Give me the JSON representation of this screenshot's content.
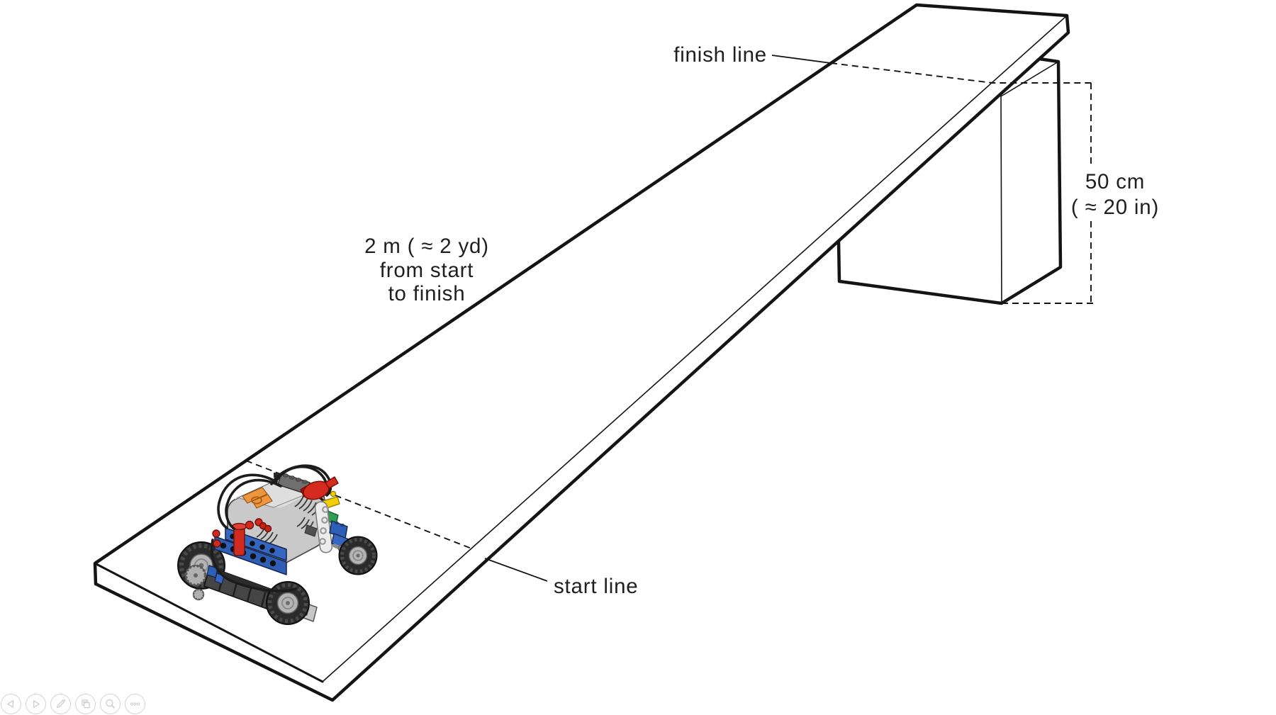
{
  "scene": {
    "finish_label": "finish line",
    "start_label": "start line",
    "length_note": [
      "2 m ( ≈ 2 yd)",
      "from start",
      "to finish"
    ],
    "height_note": [
      "50 cm",
      "( ≈ 20 in)"
    ]
  },
  "toolbar": {
    "buttons": [
      {
        "name": "previous slide",
        "icon": "chevron-left-icon"
      },
      {
        "name": "next slide",
        "icon": "chevron-right-icon"
      },
      {
        "name": "annotate",
        "icon": "pencil-icon"
      },
      {
        "name": "slide overview",
        "icon": "copy-icon"
      },
      {
        "name": "zoom",
        "icon": "magnifier-icon"
      },
      {
        "name": "more options",
        "icon": "ellipsis-icon"
      }
    ]
  },
  "colors": {
    "ink": "#141414",
    "label_text": "#1f1f1f",
    "toolbar_icon": "#cccccc",
    "lego_red": "#d3291c",
    "lego_blue": "#2e5eb5",
    "lego_blue_light": "#3567c2",
    "lego_orange": "#ef9640",
    "lego_yellow": "#f3cf00",
    "lego_green": "#2f9e50",
    "lego_body_gray": "#c9c9c9",
    "lego_dark_gray": "#6f6f6f",
    "tire_black": "#2b2b2b",
    "hub_gray": "#b5b5b5"
  }
}
